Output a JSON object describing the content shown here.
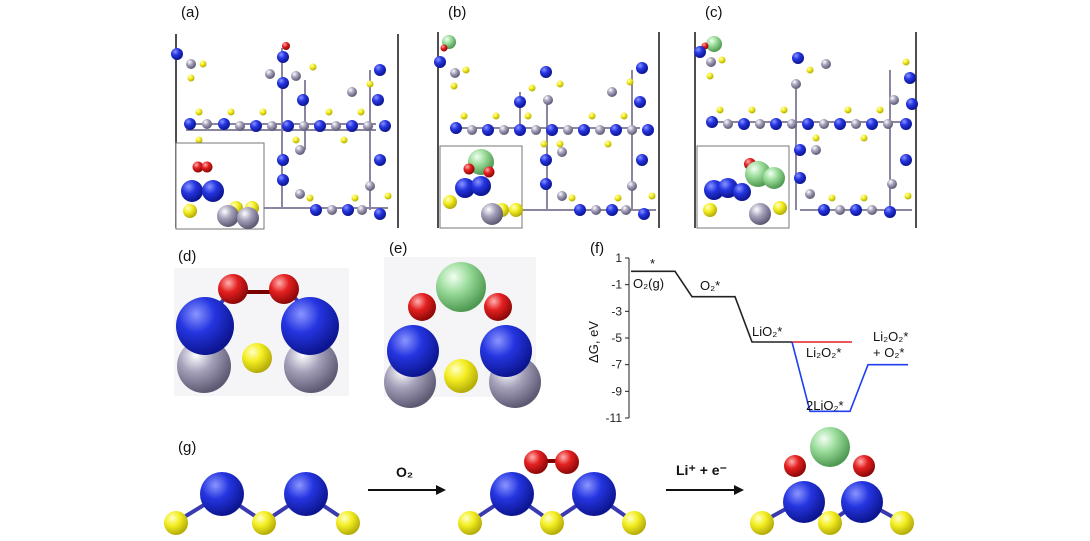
{
  "panels": {
    "a": "(a)",
    "b": "(b)",
    "c": "(c)",
    "d": "(d)",
    "e": "(e)",
    "f": "(f)",
    "g": "(g)"
  },
  "colors": {
    "N_blue": "#1f2fd0",
    "S_yellow": "#f2ee1c",
    "metal_gray": "#9a95ad",
    "O_red": "#e01818",
    "Li_green": "#8fd48f",
    "line_black": "#222222",
    "line_red": "#e02020",
    "line_blue": "#1f3ff0"
  },
  "reaction": {
    "step1_label": "O₂",
    "step2_label": "Li⁺ + e⁻"
  },
  "chart_data": {
    "type": "line",
    "title": "",
    "xlabel": "",
    "ylabel": "ΔG, eV",
    "ylim": [
      -11,
      1
    ],
    "yticks": [
      "1",
      "-1",
      "-3",
      "-5",
      "-7",
      "-9",
      "-11"
    ],
    "ytick_values": [
      1,
      -1,
      -3,
      -5,
      -7,
      -9,
      -11
    ],
    "grid": false,
    "series": [
      {
        "color": "#222222",
        "levels": [
          0,
          -1.9,
          -5.3
        ],
        "level_labels": [
          "O₂(g)",
          "O₂*",
          "LiO₂*"
        ]
      },
      {
        "color": "#e02020",
        "levels": [
          -5.3,
          -5.3
        ],
        "level_labels": [
          "",
          "Li₂O₂*"
        ]
      },
      {
        "color": "#1f3ff0",
        "levels": [
          -5.3,
          -10.5,
          -7.0
        ],
        "level_labels": [
          "",
          "2LiO₂*",
          "Li₂O₂* + O₂*"
        ]
      }
    ],
    "annotations": [
      "*",
      "O₂(g)",
      "O₂*",
      "LiO₂*",
      "Li₂O₂*",
      "2LiO₂*",
      "Li₂O₂*",
      "+ O₂*"
    ]
  }
}
